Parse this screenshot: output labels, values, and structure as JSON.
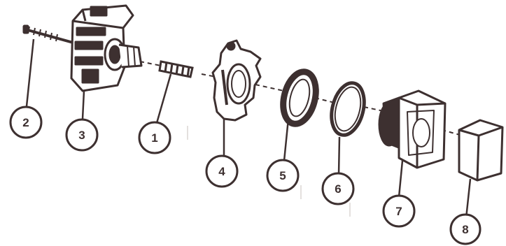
{
  "colors": {
    "ink": "#3d3030",
    "paper": "#ffffff",
    "faint": "#d8d4d2"
  },
  "callouts": [
    {
      "id": "c1",
      "label": "1",
      "part": "spring-pin"
    },
    {
      "id": "c2",
      "label": "2",
      "part": "long-screw"
    },
    {
      "id": "c3",
      "label": "3",
      "part": "switch-body"
    },
    {
      "id": "c4",
      "label": "4",
      "part": "mounting-bracket"
    },
    {
      "id": "c5",
      "label": "5",
      "part": "locking-ring"
    },
    {
      "id": "c6",
      "label": "6",
      "part": "sealing-washer"
    },
    {
      "id": "c7",
      "label": "7",
      "part": "bezel-housing"
    },
    {
      "id": "c8",
      "label": "8",
      "part": "push-cap"
    }
  ]
}
